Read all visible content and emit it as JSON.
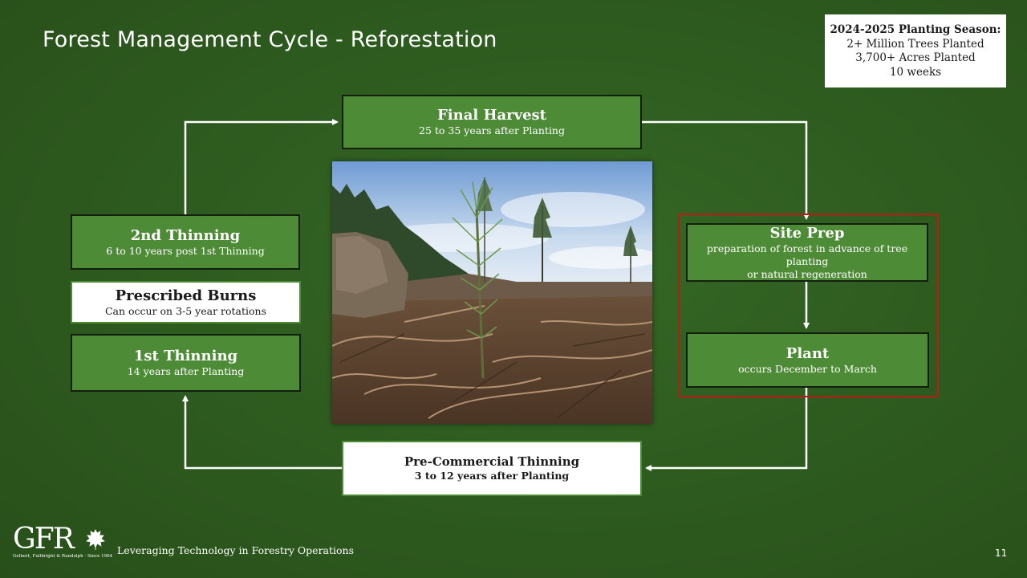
{
  "slide": {
    "title": "Forest Management Cycle - Reforestation",
    "page_number": "11",
    "footer_text": "Leveraging Technology in Forestry Operations"
  },
  "stats_box": {
    "heading": "2024-2025 Planting Season:",
    "lines": [
      "2+ Million Trees Planted",
      "3,700+ Acres Planted",
      "10 weeks"
    ]
  },
  "cycle": {
    "final_harvest": {
      "title": "Final Harvest",
      "subtitle": "25 to 35 years after Planting"
    },
    "site_prep": {
      "title": "Site Prep",
      "subtitle_line1": "preparation of forest in advance of tree planting",
      "subtitle_line2": "or natural regeneration"
    },
    "plant": {
      "title": "Plant",
      "subtitle": "occurs December to March"
    },
    "pre_commercial_thinning": {
      "title": "Pre-Commercial Thinning",
      "subtitle": "3 to 12 years after Planting"
    },
    "first_thinning": {
      "title": "1st Thinning",
      "subtitle": "14 years after Planting"
    },
    "prescribed_burns": {
      "title": "Prescribed Burns",
      "subtitle": "Can occur on 3-5 year rotations"
    },
    "second_thinning": {
      "title": "2nd Thinning",
      "subtitle": "6 to 10 years post 1st Thinning"
    }
  },
  "logo": {
    "mark": "GFR",
    "tagline": "Gelbert, Fullbright & Randolph · Since 1964"
  },
  "colors": {
    "background": "#2f5c1f",
    "box_green": "#4e8b37",
    "highlight_red": "#c0171a"
  }
}
